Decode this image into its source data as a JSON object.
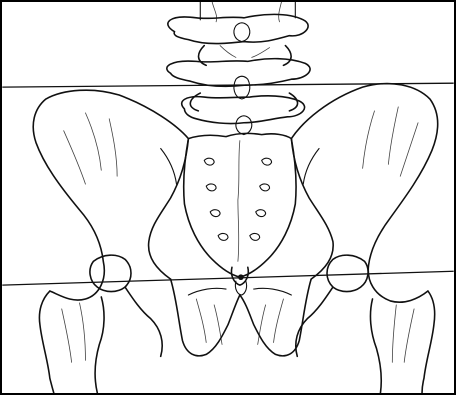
{
  "figure": {
    "subject": "pelvis-line-drawing",
    "line_color": "#111111",
    "background": "#ffffff",
    "reference_lines": {
      "count": 2,
      "orientation": "horizontal"
    }
  }
}
